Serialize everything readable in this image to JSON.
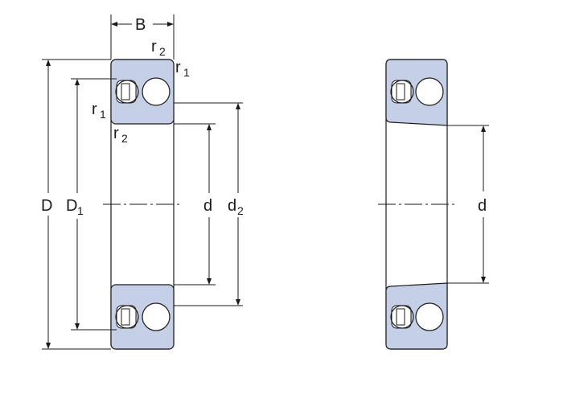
{
  "drawing": {
    "fill_color": "#c5cfe6",
    "line_color": "#1a1a1a",
    "left_view": {
      "dimensions": [
        {
          "id": "B",
          "base": "B",
          "sub": ""
        },
        {
          "id": "D",
          "base": "D",
          "sub": ""
        },
        {
          "id": "D1",
          "base": "D",
          "sub": "1"
        },
        {
          "id": "d",
          "base": "d",
          "sub": ""
        },
        {
          "id": "d2",
          "base": "d",
          "sub": "2"
        }
      ],
      "radii": [
        {
          "id": "r2_top",
          "base": "r",
          "sub": "2"
        },
        {
          "id": "r1_top",
          "base": "r",
          "sub": "1"
        },
        {
          "id": "r1_left",
          "base": "r",
          "sub": "1"
        },
        {
          "id": "r2_bottom",
          "base": "r",
          "sub": "2"
        }
      ]
    },
    "right_view": {
      "dimensions": [
        {
          "id": "d",
          "base": "d",
          "sub": ""
        }
      ]
    }
  }
}
